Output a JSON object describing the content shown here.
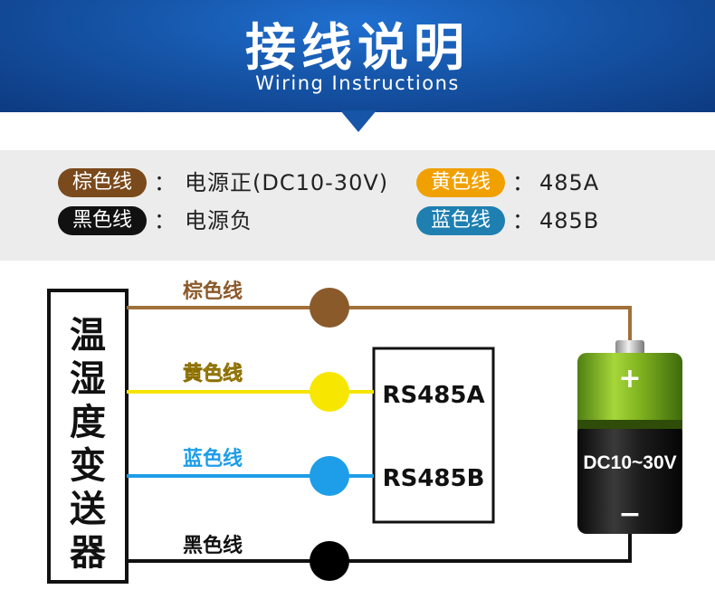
{
  "header": {
    "title": "接线说明",
    "subtitle": "Wiring Instructions"
  },
  "legend": {
    "items": [
      {
        "tag": "棕色线",
        "desc": "电源正(DC10-30V)",
        "color": "#7a4a1c"
      },
      {
        "tag": "黄色线",
        "desc": "485A",
        "color": "#f0a000"
      },
      {
        "tag": "黑色线",
        "desc": "电源负",
        "color": "#111111"
      },
      {
        "tag": "蓝色线",
        "desc": "485B",
        "color": "#1e7fb0"
      }
    ],
    "separator": "："
  },
  "diagram": {
    "device_chars": [
      "温",
      "湿",
      "度",
      "变",
      "送",
      "器"
    ],
    "wires": [
      {
        "label": "棕色线",
        "color": "#a0703a",
        "dot": "#8b5a2b"
      },
      {
        "label": "黄色线",
        "color": "#f5e400",
        "dot": "#f7e600"
      },
      {
        "label": "蓝色线",
        "color": "#1e9ee8",
        "dot": "#1e9ee8"
      },
      {
        "label": "黑色线",
        "color": "#111111",
        "dot": "#000000"
      }
    ],
    "rs485": {
      "a": "RS485A",
      "b": "RS485B"
    },
    "battery": {
      "voltage": "DC10~30V",
      "plus": "+",
      "minus": "−"
    }
  }
}
